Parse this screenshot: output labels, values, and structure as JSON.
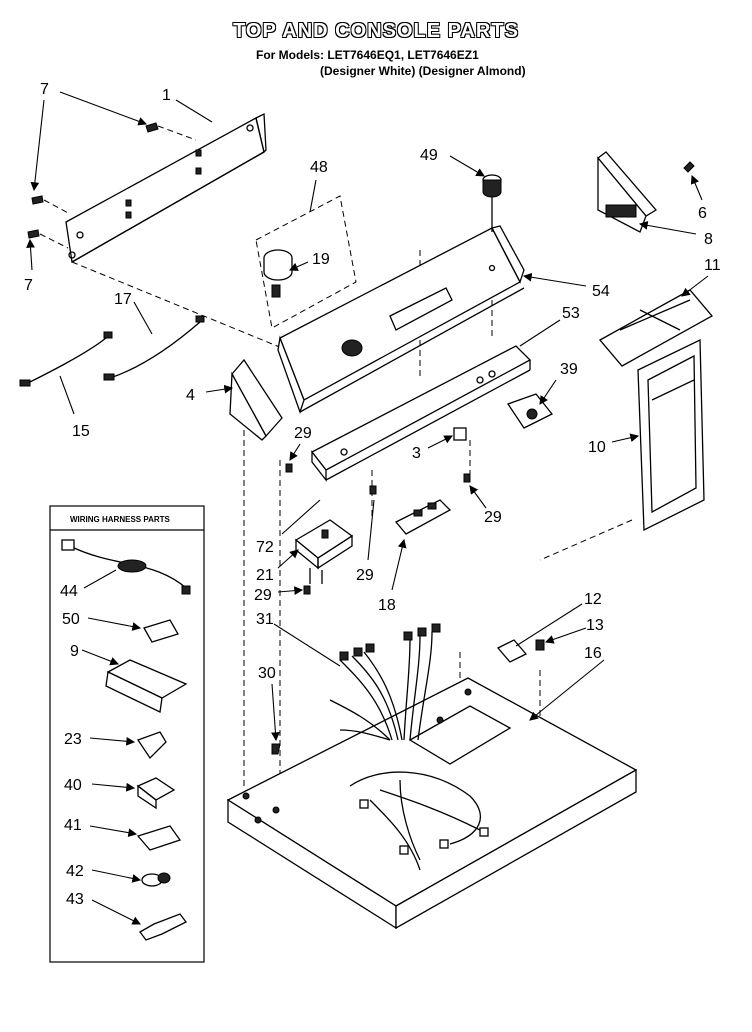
{
  "title": "TOP AND CONSOLE PARTS",
  "subtitle_models": "For Models: LET7646EQ1, LET7646EZ1",
  "subtitle_colors": "(Designer White) (Designer Almond)",
  "wiring_box_title": "WIRING HARNESS PARTS",
  "labels": {
    "p1": "1",
    "p7a": "7",
    "p7b": "7",
    "p48": "48",
    "p49": "49",
    "p6": "6",
    "p8": "8",
    "p19": "19",
    "p17": "17",
    "p54": "54",
    "p11": "11",
    "p53": "53",
    "p15": "15",
    "p4": "4",
    "p39": "39",
    "p29a": "29",
    "p3": "3",
    "p10": "10",
    "p29b": "29",
    "p72": "72",
    "p21": "21",
    "p29c": "29",
    "p29d": "29",
    "p18": "18",
    "p12": "12",
    "p13": "13",
    "p16": "16",
    "p31": "31",
    "p30": "30",
    "p44": "44",
    "p50": "50",
    "p9": "9",
    "p23": "23",
    "p40": "40",
    "p41": "41",
    "p42": "42",
    "p43": "43"
  }
}
